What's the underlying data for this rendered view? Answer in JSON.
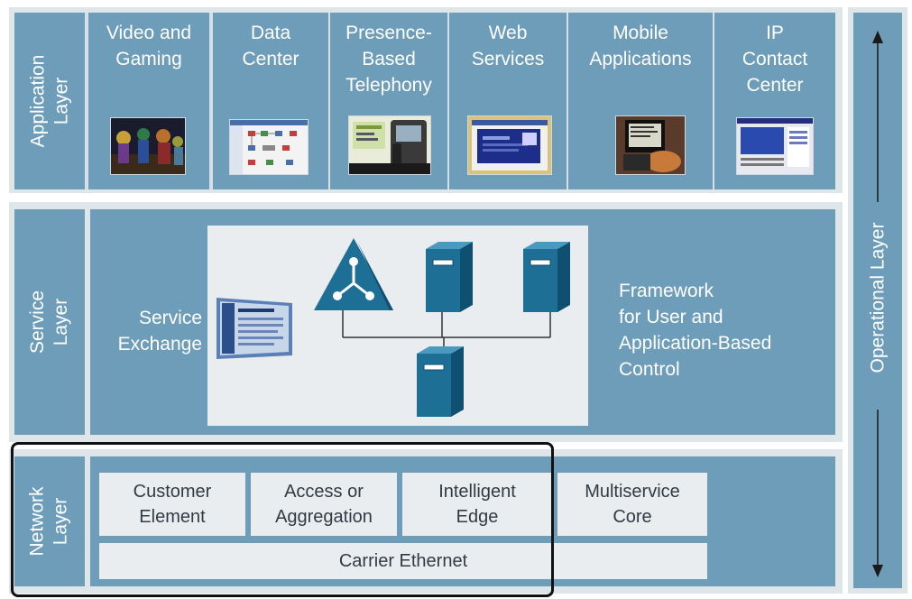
{
  "application_layer": {
    "label_lines": [
      "Application",
      "Layer"
    ],
    "items": [
      {
        "lines": [
          "Video and",
          "Gaming"
        ],
        "icon": "video-gaming-thumbnail"
      },
      {
        "lines": [
          "Data",
          "Center"
        ],
        "icon": "data-center-thumbnail"
      },
      {
        "lines": [
          "Presence-",
          "Based",
          "Telephony"
        ],
        "icon": "ip-phone-thumbnail"
      },
      {
        "lines": [
          "Web",
          "Services"
        ],
        "icon": "web-services-thumbnail"
      },
      {
        "lines": [
          "Mobile",
          "Applications"
        ],
        "icon": "mobile-device-thumbnail"
      },
      {
        "lines": [
          "IP",
          "Contact",
          "Center"
        ],
        "icon": "contact-center-thumbnail"
      }
    ]
  },
  "service_layer": {
    "label_lines": [
      "Service",
      "Layer"
    ],
    "exchange_lines": [
      "Service",
      "Exchange"
    ],
    "framework_lines": [
      "Framework",
      "for User and",
      "Application-Based",
      "Control"
    ],
    "icons": [
      "portal-screenshot",
      "service-triangle-icon",
      "server-icon",
      "server-icon",
      "server-icon"
    ]
  },
  "network_layer": {
    "label_lines": [
      "Network",
      "Layer"
    ],
    "boxes": [
      {
        "lines": [
          "Customer",
          "Element"
        ]
      },
      {
        "lines": [
          "Access or",
          "Aggregation"
        ]
      },
      {
        "lines": [
          "Intelligent",
          "Edge"
        ]
      },
      {
        "lines": [
          "Multiservice",
          "Core"
        ]
      }
    ],
    "carrier": "Carrier Ethernet"
  },
  "operational_layer": {
    "label": "Operational Layer",
    "icons": [
      "arrow-up-icon",
      "arrow-down-icon"
    ]
  },
  "colors": {
    "layer_fill": "#6e9db9",
    "layer_background": "#dfe6ea",
    "network_box_fill": "#e9edf0",
    "server_blue": "#1d6f96",
    "highlight_border": "#111111"
  }
}
